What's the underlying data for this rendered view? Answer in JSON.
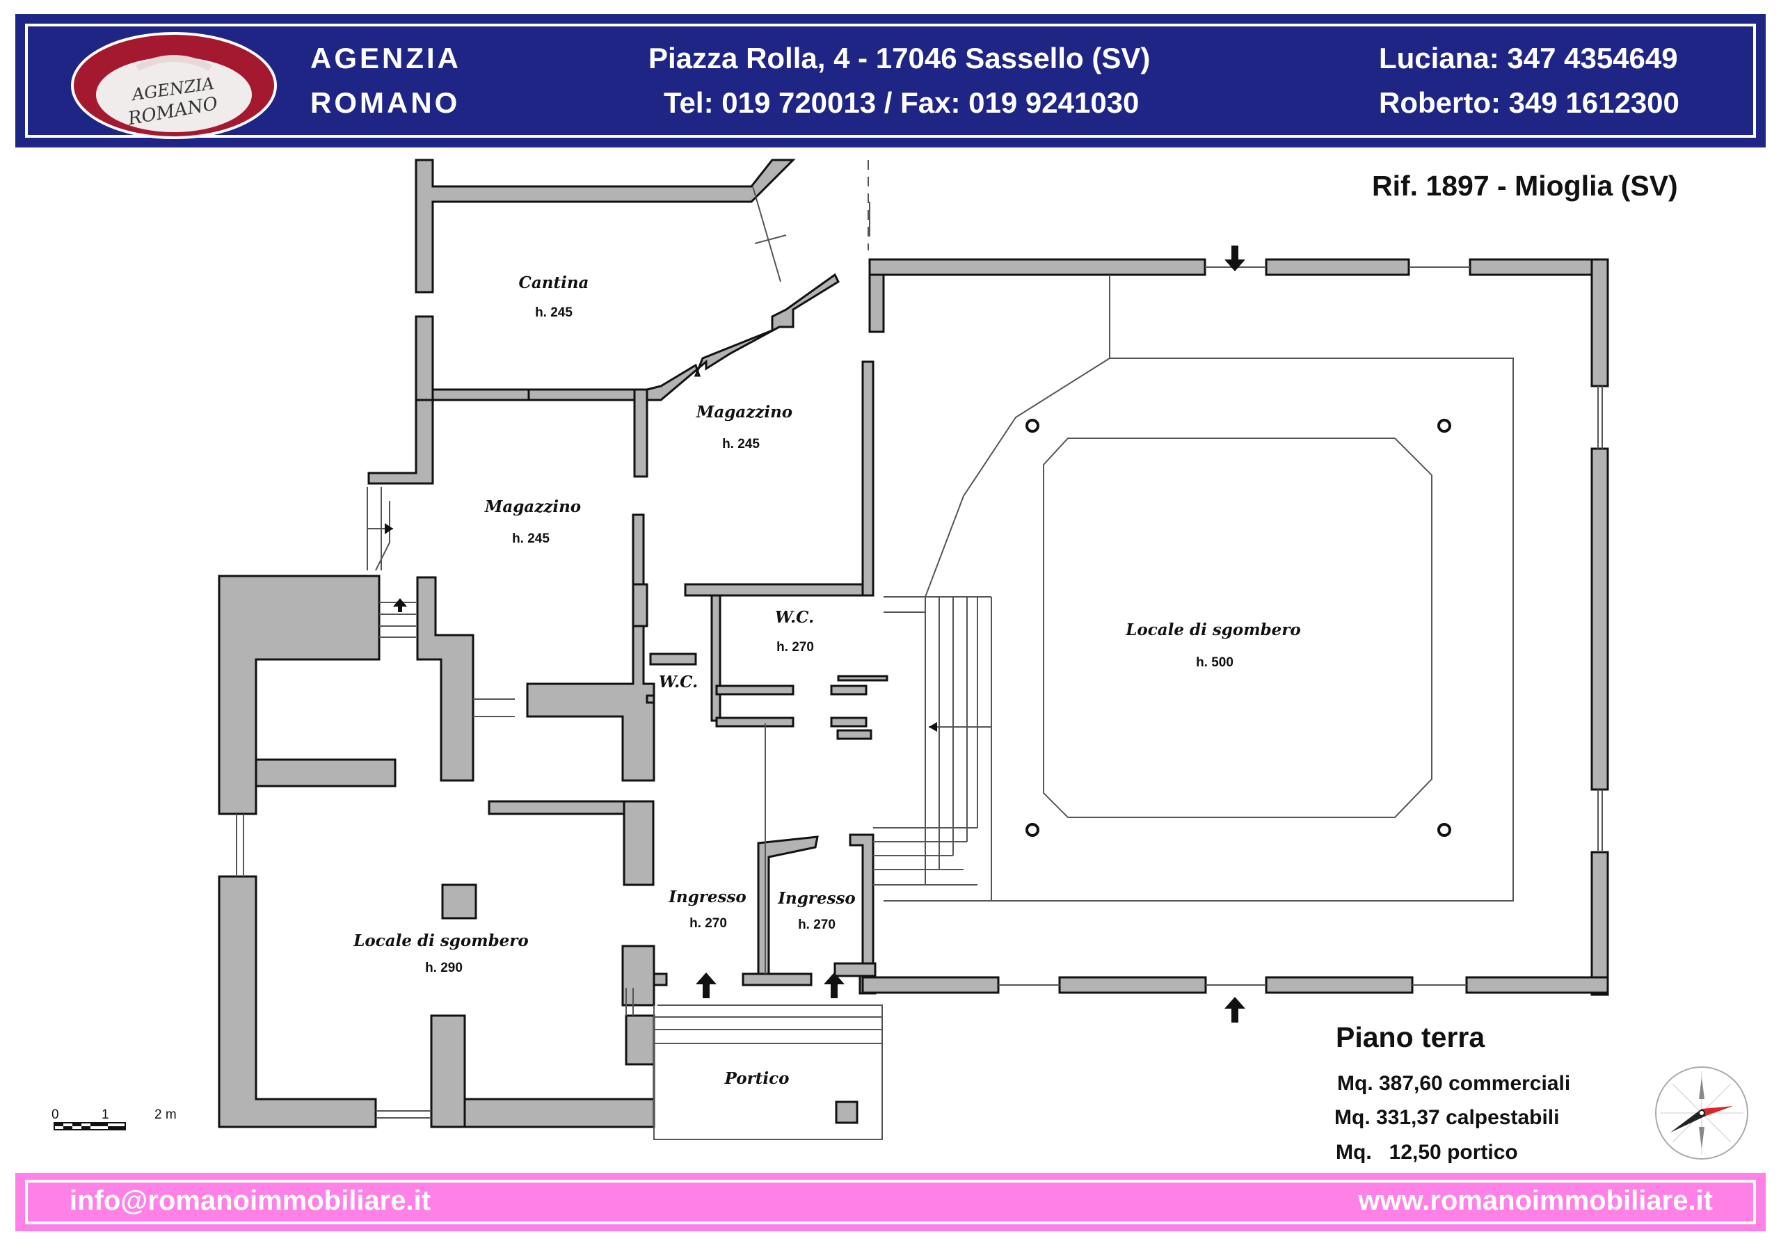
{
  "header": {
    "logo_text_top": "AGENZIA",
    "logo_text_bottom": "ROMANO",
    "agency_line1": "AGENZIA",
    "agency_line2": "ROMANO",
    "address": "Piazza Rolla, 4 - 17046 Sassello (SV)",
    "phone_fax": "Tel: 019 720013 / Fax: 019 9241030",
    "contact1": "Luciana: 347 4354649",
    "contact2": "Roberto: 349 1612300"
  },
  "reference": "Rif. 1897 - Mioglia (SV)",
  "rooms": [
    {
      "name": "Cantina",
      "height": "h. 245"
    },
    {
      "name": "Magazzino",
      "height": "h. 245"
    },
    {
      "name": "Magazzino",
      "height": "h. 245"
    },
    {
      "name": "W.C.",
      "height": "h. 270"
    },
    {
      "name": "W.C.",
      "height": ""
    },
    {
      "name": "Locale di sgombero",
      "height": "h. 500"
    },
    {
      "name": "Ingresso",
      "height": "h. 270"
    },
    {
      "name": "Ingresso",
      "height": "h. 270"
    },
    {
      "name": "Locale di sgombero",
      "height": "h. 290"
    },
    {
      "name": "Portico",
      "height": ""
    }
  ],
  "summary": {
    "title": "Piano terra",
    "commercial": "Mq. 387,60 commerciali",
    "walkable": "Mq. 331,37 calpestabili",
    "portico": "Mq.   12,50 portico"
  },
  "scale": {
    "labels": [
      "0",
      "1",
      "2 m"
    ]
  },
  "footer": {
    "email": "info@romanoimmobiliare.it",
    "website": "www.romanoimmobiliare.it"
  },
  "colors": {
    "header_bg": "#1e2585",
    "footer_bg": "#ff80e6",
    "wall_fill": "#b3b3b3",
    "text": "#111111"
  },
  "icons": [
    "compass-icon",
    "entrance-arrow-icon",
    "door-arrow-icon"
  ]
}
